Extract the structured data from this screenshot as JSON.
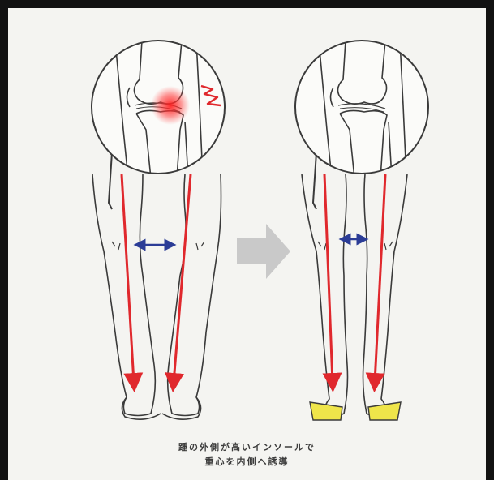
{
  "caption": {
    "line1": "踵の外側が高いインソールで",
    "line2": "重心を内側へ誘導"
  },
  "colors": {
    "panel_bg": "#f4f4f1",
    "outline": "#3a3a3a",
    "load_line_red": "#e0282d",
    "gap_arrow_blue": "#2b3c96",
    "transition_arrow_gray": "#c9c9c9",
    "insole_yellow": "#efe54a",
    "pain_red": "#ff3030"
  },
  "figures": [
    {
      "name": "before",
      "has_pain_marker": true,
      "has_insoles": false,
      "knee_gap": "wide"
    },
    {
      "name": "after",
      "has_pain_marker": false,
      "has_insoles": true,
      "knee_gap": "narrow"
    }
  ]
}
